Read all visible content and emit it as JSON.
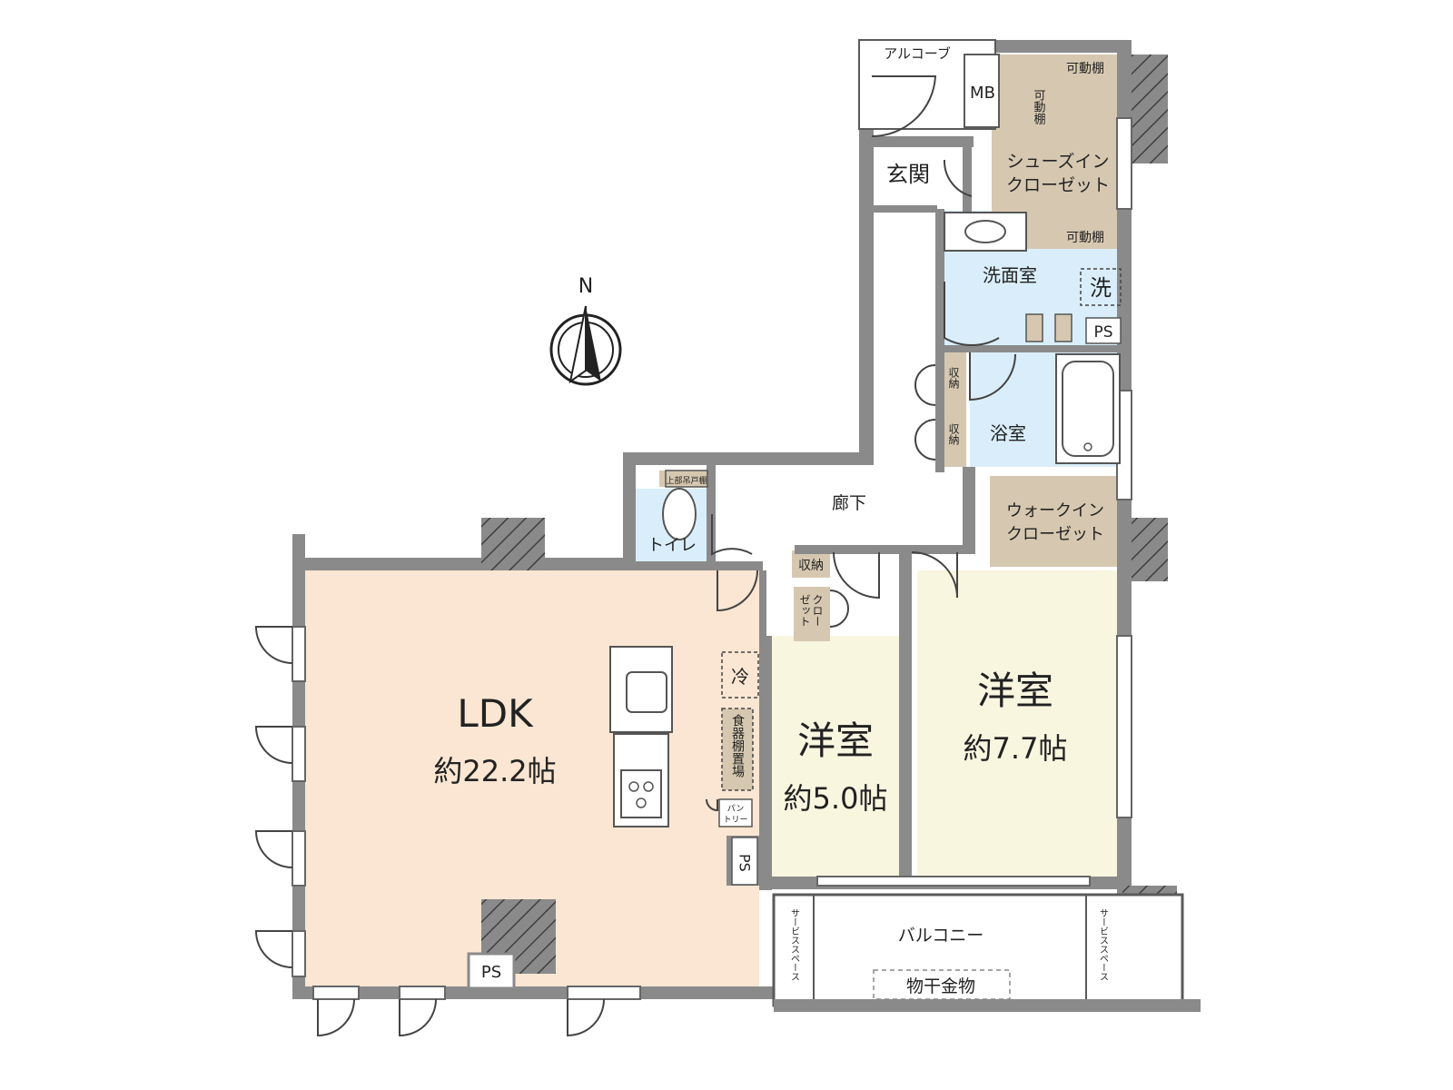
{
  "compass": {
    "label": "N"
  },
  "rooms": {
    "ldk": {
      "name": "LDK",
      "size": "約22.2帖"
    },
    "western_room_a": {
      "name": "洋室",
      "size": "約5.0帖"
    },
    "western_room_b": {
      "name": "洋室",
      "size": "約7.7帖"
    },
    "entrance": "玄関",
    "alcove": "アルコーブ",
    "meter_box": "MB",
    "shoe_closet": [
      "シューズイン",
      "クローゼット"
    ],
    "washroom": "洗面室",
    "washer": "洗",
    "bathroom": "浴室",
    "hallway": "廊下",
    "walk_in_closet": [
      "ウォークイン",
      "クローゼット"
    ],
    "toilet": "トイレ",
    "toilet_cabinet": "上部吊戸棚",
    "balcony": "バルコニー",
    "laundry_hanger": "物干金物",
    "service_space": "サービススペース"
  },
  "fixtures": {
    "adjustable_shelf": "可動棚",
    "storage": "収納",
    "pipe_space": "PS",
    "fridge": "冷",
    "dish_shelf": "食器棚置場",
    "pantry": [
      "パン",
      "トリー"
    ],
    "closet": [
      "クロー",
      "ゼット"
    ]
  },
  "colors": {
    "wall": "#8a8a8a",
    "wall_dark": "#5a5a5a",
    "ldk": "#fae6d2",
    "western": "#f9f6e0",
    "water": "#d9eefa",
    "storage": "#d6c8b0",
    "hall": "#ffffff"
  }
}
